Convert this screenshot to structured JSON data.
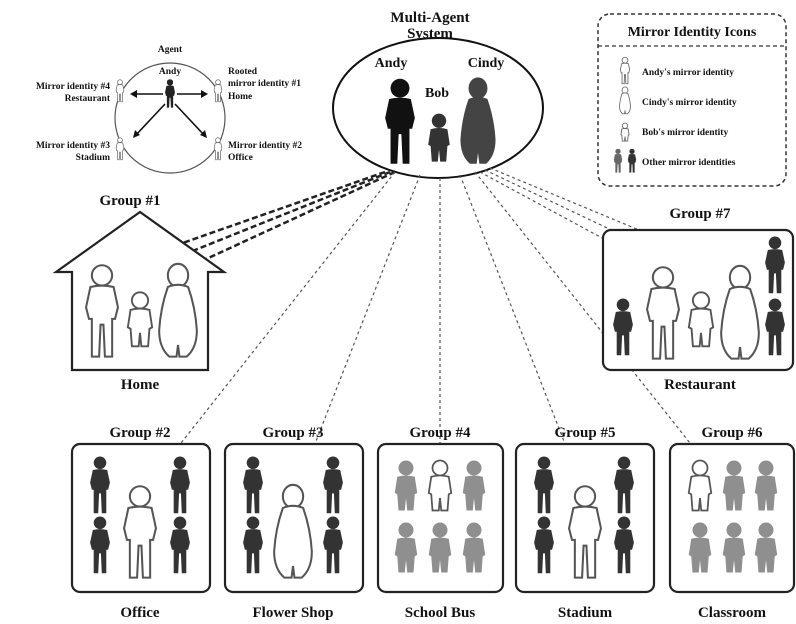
{
  "title": {
    "line1": "Multi-Agent",
    "line2": "System"
  },
  "system_agents": {
    "andy": "Andy",
    "bob": "Bob",
    "cindy": "Cindy"
  },
  "agent_diagram": {
    "agent_label": "Agent",
    "agent_name": "Andy",
    "identities": {
      "top_left_1": "Mirror identity #4",
      "top_left_2": "Restaurant",
      "top_right_1": "Rooted",
      "top_right_2": "mirror identity #1",
      "top_right_3": "Home",
      "bottom_left_1": "Mirror identity #3",
      "bottom_left_2": "Stadium",
      "bottom_right_1": "Mirror identity #2",
      "bottom_right_2": "Office"
    }
  },
  "legend": {
    "title": "Mirror Identity Icons",
    "items": [
      "Andy's mirror identity",
      "Cindy's mirror identity",
      "Bob's mirror identity",
      "Other mirror identities"
    ]
  },
  "groups": [
    {
      "group": "Group #1",
      "place": "Home"
    },
    {
      "group": "Group #2",
      "place": "Office"
    },
    {
      "group": "Group #3",
      "place": "Flower Shop"
    },
    {
      "group": "Group #4",
      "place": "School Bus"
    },
    {
      "group": "Group #5",
      "place": "Stadium"
    },
    {
      "group": "Group #6",
      "place": "Classroom"
    },
    {
      "group": "Group #7",
      "place": "Restaurant"
    }
  ],
  "colors": {
    "dark": "#333333",
    "gray": "#8f8f8f",
    "outline": "#555555",
    "frame": "#222222"
  }
}
